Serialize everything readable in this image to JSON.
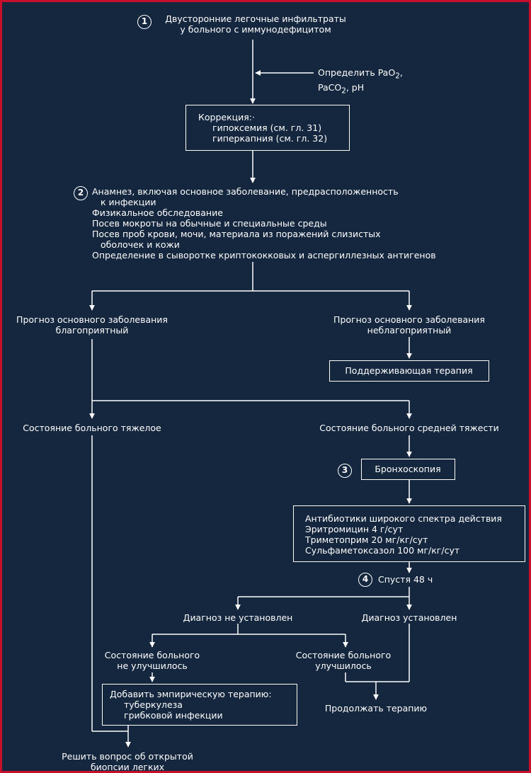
{
  "steps": {
    "s1": "1",
    "s2": "2",
    "s3": "3",
    "s4": "4"
  },
  "nodes": {
    "start_l1": "Двусторонние легочные инфильтраты",
    "start_l2": "у больного с иммунодефицитом",
    "abg_l1": "Определить PaO",
    "abg_sub1": "2",
    "abg_comma": ",",
    "abg_l2a": "PaCO",
    "abg_sub2": "2",
    "abg_l2b": ", pH",
    "corr_title": "Коррекция:·",
    "corr_l1": "гипоксемия (см. гл. 31)",
    "corr_l2": "гиперкапния (см. гл. 32)",
    "hist_l1": "Анамнез, включая основное заболевание, предрасположенность",
    "hist_l2": "к инфекции",
    "hist_l3": "Физикальное обследование",
    "hist_l4": "Посев мокроты на обычные и специальные среды",
    "hist_l5": "Посев проб крови, мочи, материала из поражений слизистых",
    "hist_l6": "оболочек и кожи",
    "hist_l7": "Определение в сыворотке криптококковых и аспергиллезных антигенов",
    "good_l1": "Прогноз основного заболевания",
    "good_l2": "благоприятный",
    "bad_l1": "Прогноз основного заболевания",
    "bad_l2": "неблагоприятный",
    "support": "Поддерживающая терапия",
    "severe": "Состояние больного тяжелое",
    "moderate": "Состояние больного средней тяжести",
    "bronch": "Бронхоскопия",
    "abx_l1": "Антибиотики широкого спектра действия",
    "abx_l2": "Эритромицин 4 г/сут",
    "abx_l3": "Триметоприм 20 мг/кг/сут",
    "abx_l4": "Сульфаметоксазол 100 мг/кг/сут",
    "after48": "Спустя 48 ч",
    "nodx": "Диагноз не установлен",
    "dx": "Диагноз установлен",
    "noimp_l1": "Состояние больного",
    "noimp_l2": "не улучшилось",
    "imp_l1": "Состояние больного",
    "imp_l2": "улучшилось",
    "emp_l1": "Добавить эмпирическую терапию:",
    "emp_l2": "туберкулеза",
    "emp_l3": "грибковой инфекции",
    "cont": "Продолжать терапию",
    "biop_l1": "Решить вопрос об открытой",
    "biop_l2": "биопсии легких"
  }
}
